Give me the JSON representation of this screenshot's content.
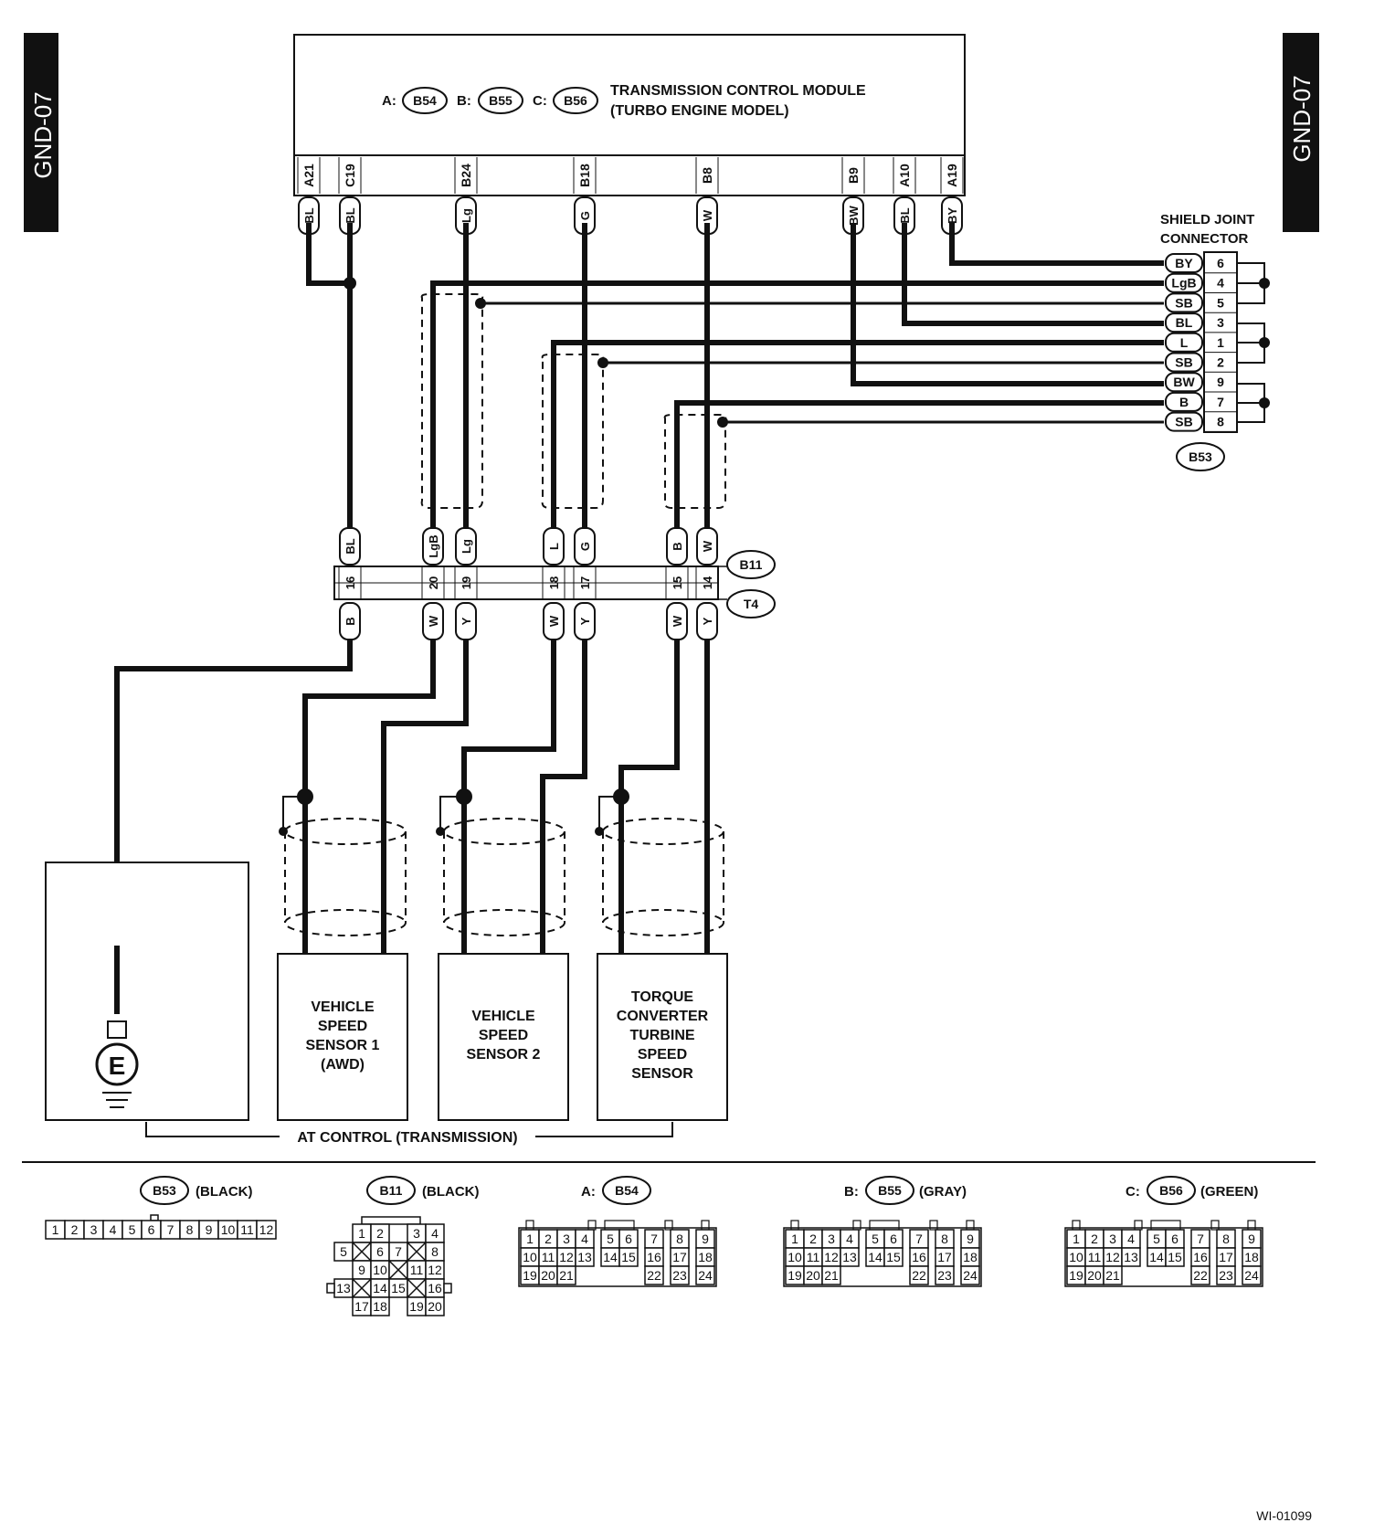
{
  "side_tabs": {
    "left": "GND-07",
    "right": "GND-07"
  },
  "tcm": {
    "title_line1": "TRANSMISSION CONTROL MODULE",
    "title_line2": "(TURBO ENGINE MODEL)",
    "connectors": [
      {
        "prefix": "A:",
        "id": "B54"
      },
      {
        "prefix": "B:",
        "id": "B55"
      },
      {
        "prefix": "C:",
        "id": "B56"
      }
    ],
    "pins": [
      "A21",
      "C19",
      "B24",
      "B18",
      "B8",
      "B9",
      "A10",
      "A19"
    ],
    "wire_colors": [
      "BL",
      "BL",
      "Lg",
      "G",
      "W",
      "BW",
      "BL",
      "BY"
    ]
  },
  "shield_joint": {
    "title_line1": "SHIELD JOINT",
    "title_line2": "CONNECTOR",
    "id": "B53",
    "rows": [
      {
        "color": "BY",
        "pin": "6"
      },
      {
        "color": "LgB",
        "pin": "4"
      },
      {
        "color": "SB",
        "pin": "5"
      },
      {
        "color": "BL",
        "pin": "3"
      },
      {
        "color": "L",
        "pin": "1"
      },
      {
        "color": "SB",
        "pin": "2"
      },
      {
        "color": "BW",
        "pin": "9"
      },
      {
        "color": "B",
        "pin": "7"
      },
      {
        "color": "SB",
        "pin": "8"
      }
    ]
  },
  "junction": {
    "ids": [
      "B11",
      "T4"
    ],
    "upper_colors": [
      "BL",
      "LgB",
      "Lg",
      "L",
      "G",
      "B",
      "W"
    ],
    "pins": [
      "16",
      "20",
      "19",
      "18",
      "17",
      "15",
      "14"
    ],
    "lower_colors": [
      "B",
      "W",
      "Y",
      "W",
      "Y",
      "W",
      "Y"
    ]
  },
  "sensors": [
    {
      "lines": [
        "VEHICLE",
        "SPEED",
        "SENSOR 1",
        "(AWD)"
      ]
    },
    {
      "lines": [
        "VEHICLE",
        "SPEED",
        "SENSOR 2"
      ]
    },
    {
      "lines": [
        "TORQUE",
        "CONVERTER",
        "TURBINE",
        "SPEED",
        "SENSOR"
      ]
    }
  ],
  "ground_label": "E",
  "at_control_label": "AT CONTROL (TRANSMISSION)",
  "connector_views": {
    "b53": {
      "id": "B53",
      "color": "(BLACK)",
      "pins": [
        "1",
        "2",
        "3",
        "4",
        "5",
        "6",
        "7",
        "8",
        "9",
        "10",
        "11",
        "12"
      ]
    },
    "b11": {
      "id": "B11",
      "color": "(BLACK)",
      "rows": [
        [
          "1",
          "2",
          "",
          "3",
          "4"
        ],
        [
          "5",
          "6",
          "7",
          "8"
        ],
        [
          "9",
          "10",
          "11",
          "12"
        ],
        [
          "13",
          "14",
          "15",
          "16"
        ],
        [
          "17",
          "18",
          "19",
          "20"
        ]
      ]
    },
    "b54": {
      "prefix": "A:",
      "id": "B54",
      "color": ""
    },
    "b55": {
      "prefix": "B:",
      "id": "B55",
      "color": "(GRAY)"
    },
    "b56": {
      "prefix": "C:",
      "id": "B56",
      "color": "(GREEN)"
    },
    "tcm_pin_rows": [
      [
        "1",
        "2",
        "3",
        "4",
        "5",
        "6",
        "7",
        "8",
        "9"
      ],
      [
        "10",
        "11",
        "12",
        "13",
        "14",
        "15",
        "16",
        "17",
        "18"
      ],
      [
        "19",
        "20",
        "21",
        "22",
        "23",
        "24"
      ]
    ]
  },
  "figure_code": "WI-01099"
}
